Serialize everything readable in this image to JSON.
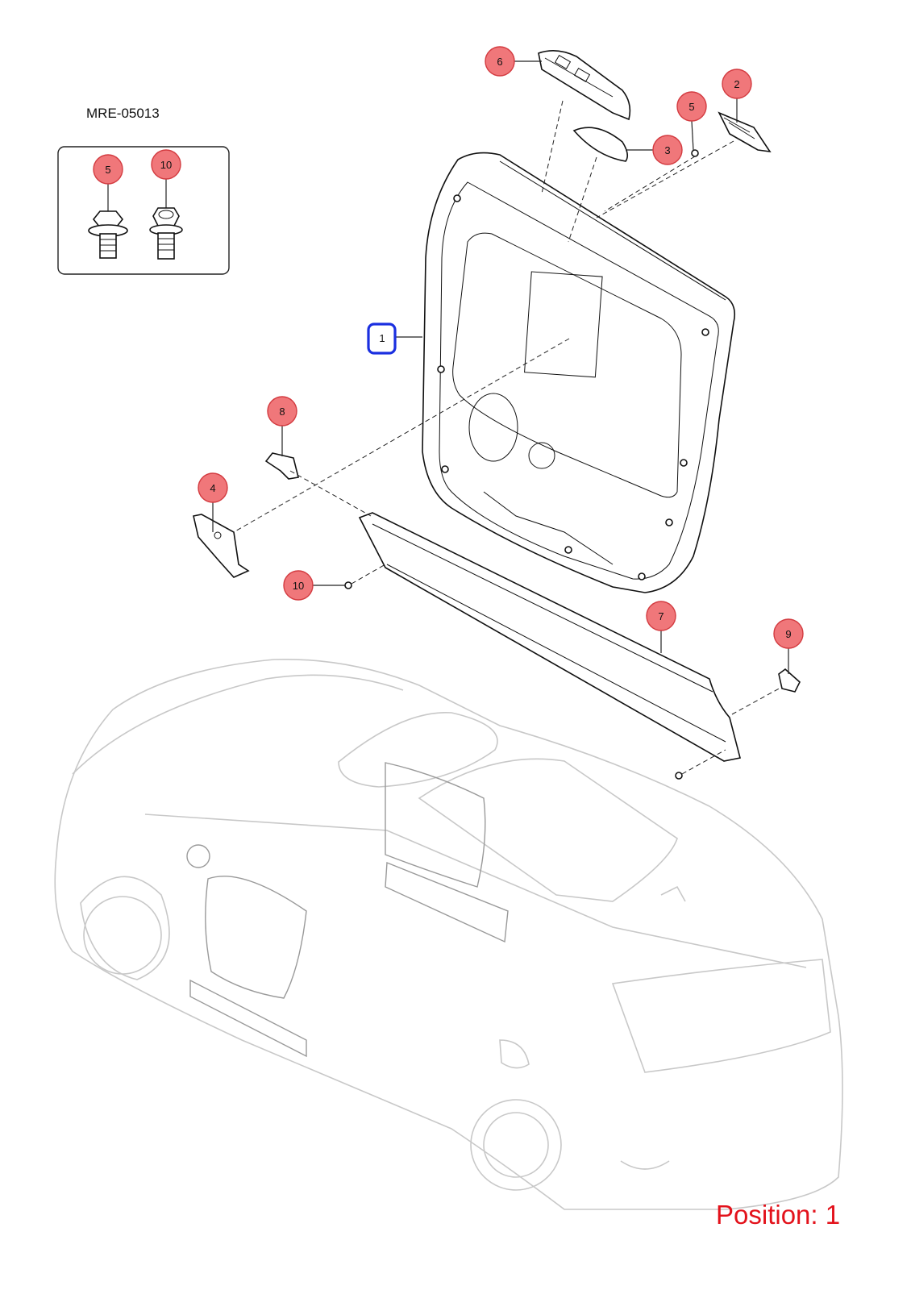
{
  "diagram_code": "MRE-05013",
  "position_label": "Position: 1",
  "fastener_box": {
    "items": [
      {
        "callout": "5",
        "icon": "flange-bolt-icon"
      },
      {
        "callout": "10",
        "icon": "flange-nut-bolt-icon"
      }
    ]
  },
  "callouts": [
    {
      "id": "1",
      "label": "1",
      "selected": true
    },
    {
      "id": "2",
      "label": "2"
    },
    {
      "id": "3",
      "label": "3"
    },
    {
      "id": "4",
      "label": "4"
    },
    {
      "id": "5a",
      "label": "5"
    },
    {
      "id": "5b",
      "label": "5"
    },
    {
      "id": "6",
      "label": "6"
    },
    {
      "id": "7",
      "label": "7"
    },
    {
      "id": "8",
      "label": "8"
    },
    {
      "id": "9",
      "label": "9"
    },
    {
      "id": "10a",
      "label": "10"
    },
    {
      "id": "10b",
      "label": "10"
    }
  ],
  "colors": {
    "callout_fill": "#f0777a",
    "selected_outline": "#1a2fe0",
    "position_text": "#e3121b"
  }
}
